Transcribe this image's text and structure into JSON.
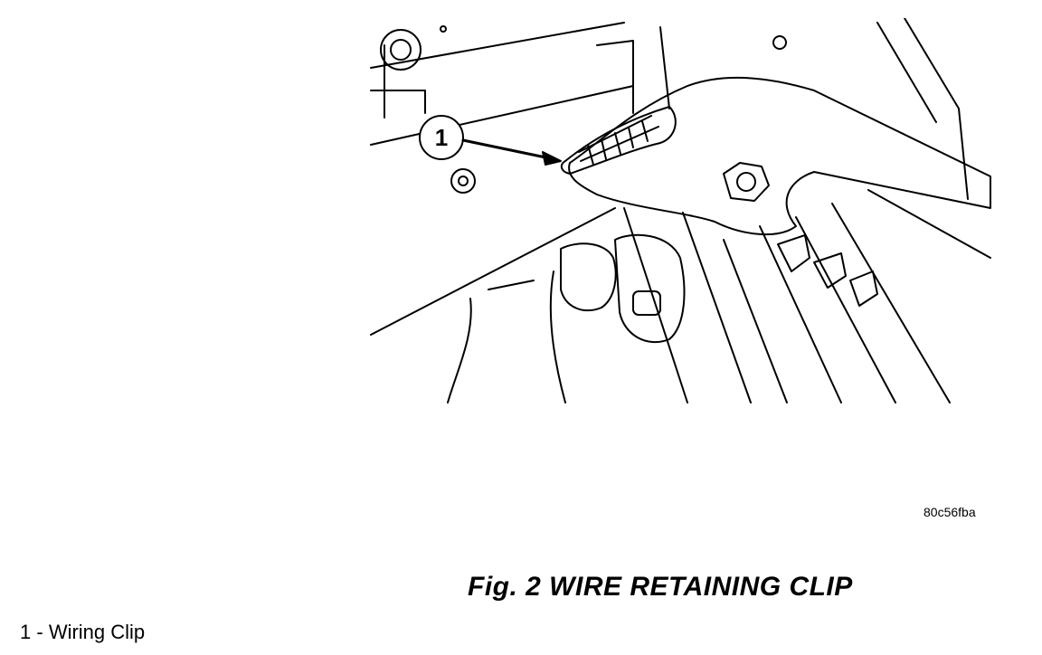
{
  "figure": {
    "callout_number": "1",
    "image_code": "80c56fba",
    "caption": "Fig. 2 WIRE RETAINING CLIP"
  },
  "legend": {
    "items": [
      {
        "number": "1",
        "separator": " - ",
        "label": "Wiring Clip"
      }
    ]
  }
}
